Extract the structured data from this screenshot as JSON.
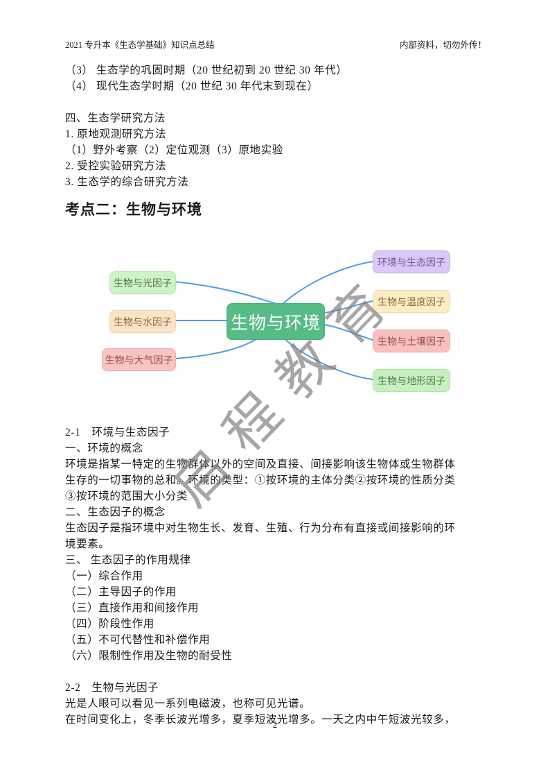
{
  "header": {
    "left": "2021 专升本《生态学基础》知识点总结",
    "right": "内部资料，切勿外传！"
  },
  "sections": {
    "top_lines": [
      "（3） 生态学的巩固时期（20 世纪初到 20 世纪 30 年代）",
      "（4） 现代生态学时期（20 世纪 30 年代末到现在）",
      "",
      "四、生态学研究方法",
      "1. 原地观测研究方法",
      "（1）野外考察（2）定位观测（3）原地实验",
      "2. 受控实验研究方法",
      "3. 生态学的综合研究方法"
    ],
    "heading": "考点二：生物与环境",
    "body_lines": [
      "2-1　环境与生态因子",
      "一、环境的概念",
      "环境是指某一特定的生物群体以外的空间及直接、间接影响该生物体或生物群体",
      "生存的一切事物的总和。环境的类型：①按环境的主体分类②按环境的性质分类",
      "③按环境的范围大小分类",
      "二、生态因子的概念",
      "生态因子是指环境中对生物生长、发育、生殖、行为分布有直接或间接影响的环",
      "境要素。",
      "三、 生态因子的作用规律",
      "（一）综合作用",
      "（二）主导因子的作用",
      "（三）直接作用和间接作用",
      "（四）阶段性作用",
      "（五）不可代替性和补偿作用",
      "（六）限制性作用及生物的耐受性",
      "",
      "2-2　生物与光因子",
      "光是人眼可以看见一系列电磁波，也称可见光谱。",
      "在时间变化上，冬季长波光增多，夏季短波光增多。一天之内中午短波光较多，"
    ]
  },
  "mindmap": {
    "center": {
      "label": "生物与环境",
      "bg": "#56bb85",
      "text_color": "#ffffff"
    },
    "left_nodes": [
      {
        "label": "生物与光因子",
        "bg": "#cdf3c6"
      },
      {
        "label": "生物与水因子",
        "bg": "#fbe3c6"
      },
      {
        "label": "生物与大气因子",
        "bg": "#f6c4c2"
      }
    ],
    "right_nodes": [
      {
        "label": "环境与生态因子",
        "bg": "#dbc8f6"
      },
      {
        "label": "生物与温度因子",
        "bg": "#fdedc4"
      },
      {
        "label": "生物与土壤因子",
        "bg": "#f8c1c0"
      },
      {
        "label": "生物与地形因子",
        "bg": "#c6f0bf"
      }
    ],
    "edge_color": "#4a9de8"
  },
  "watermark": {
    "text": "启程教育",
    "color": "#7c7c7c"
  },
  "footer": {
    "page_number": "2"
  }
}
